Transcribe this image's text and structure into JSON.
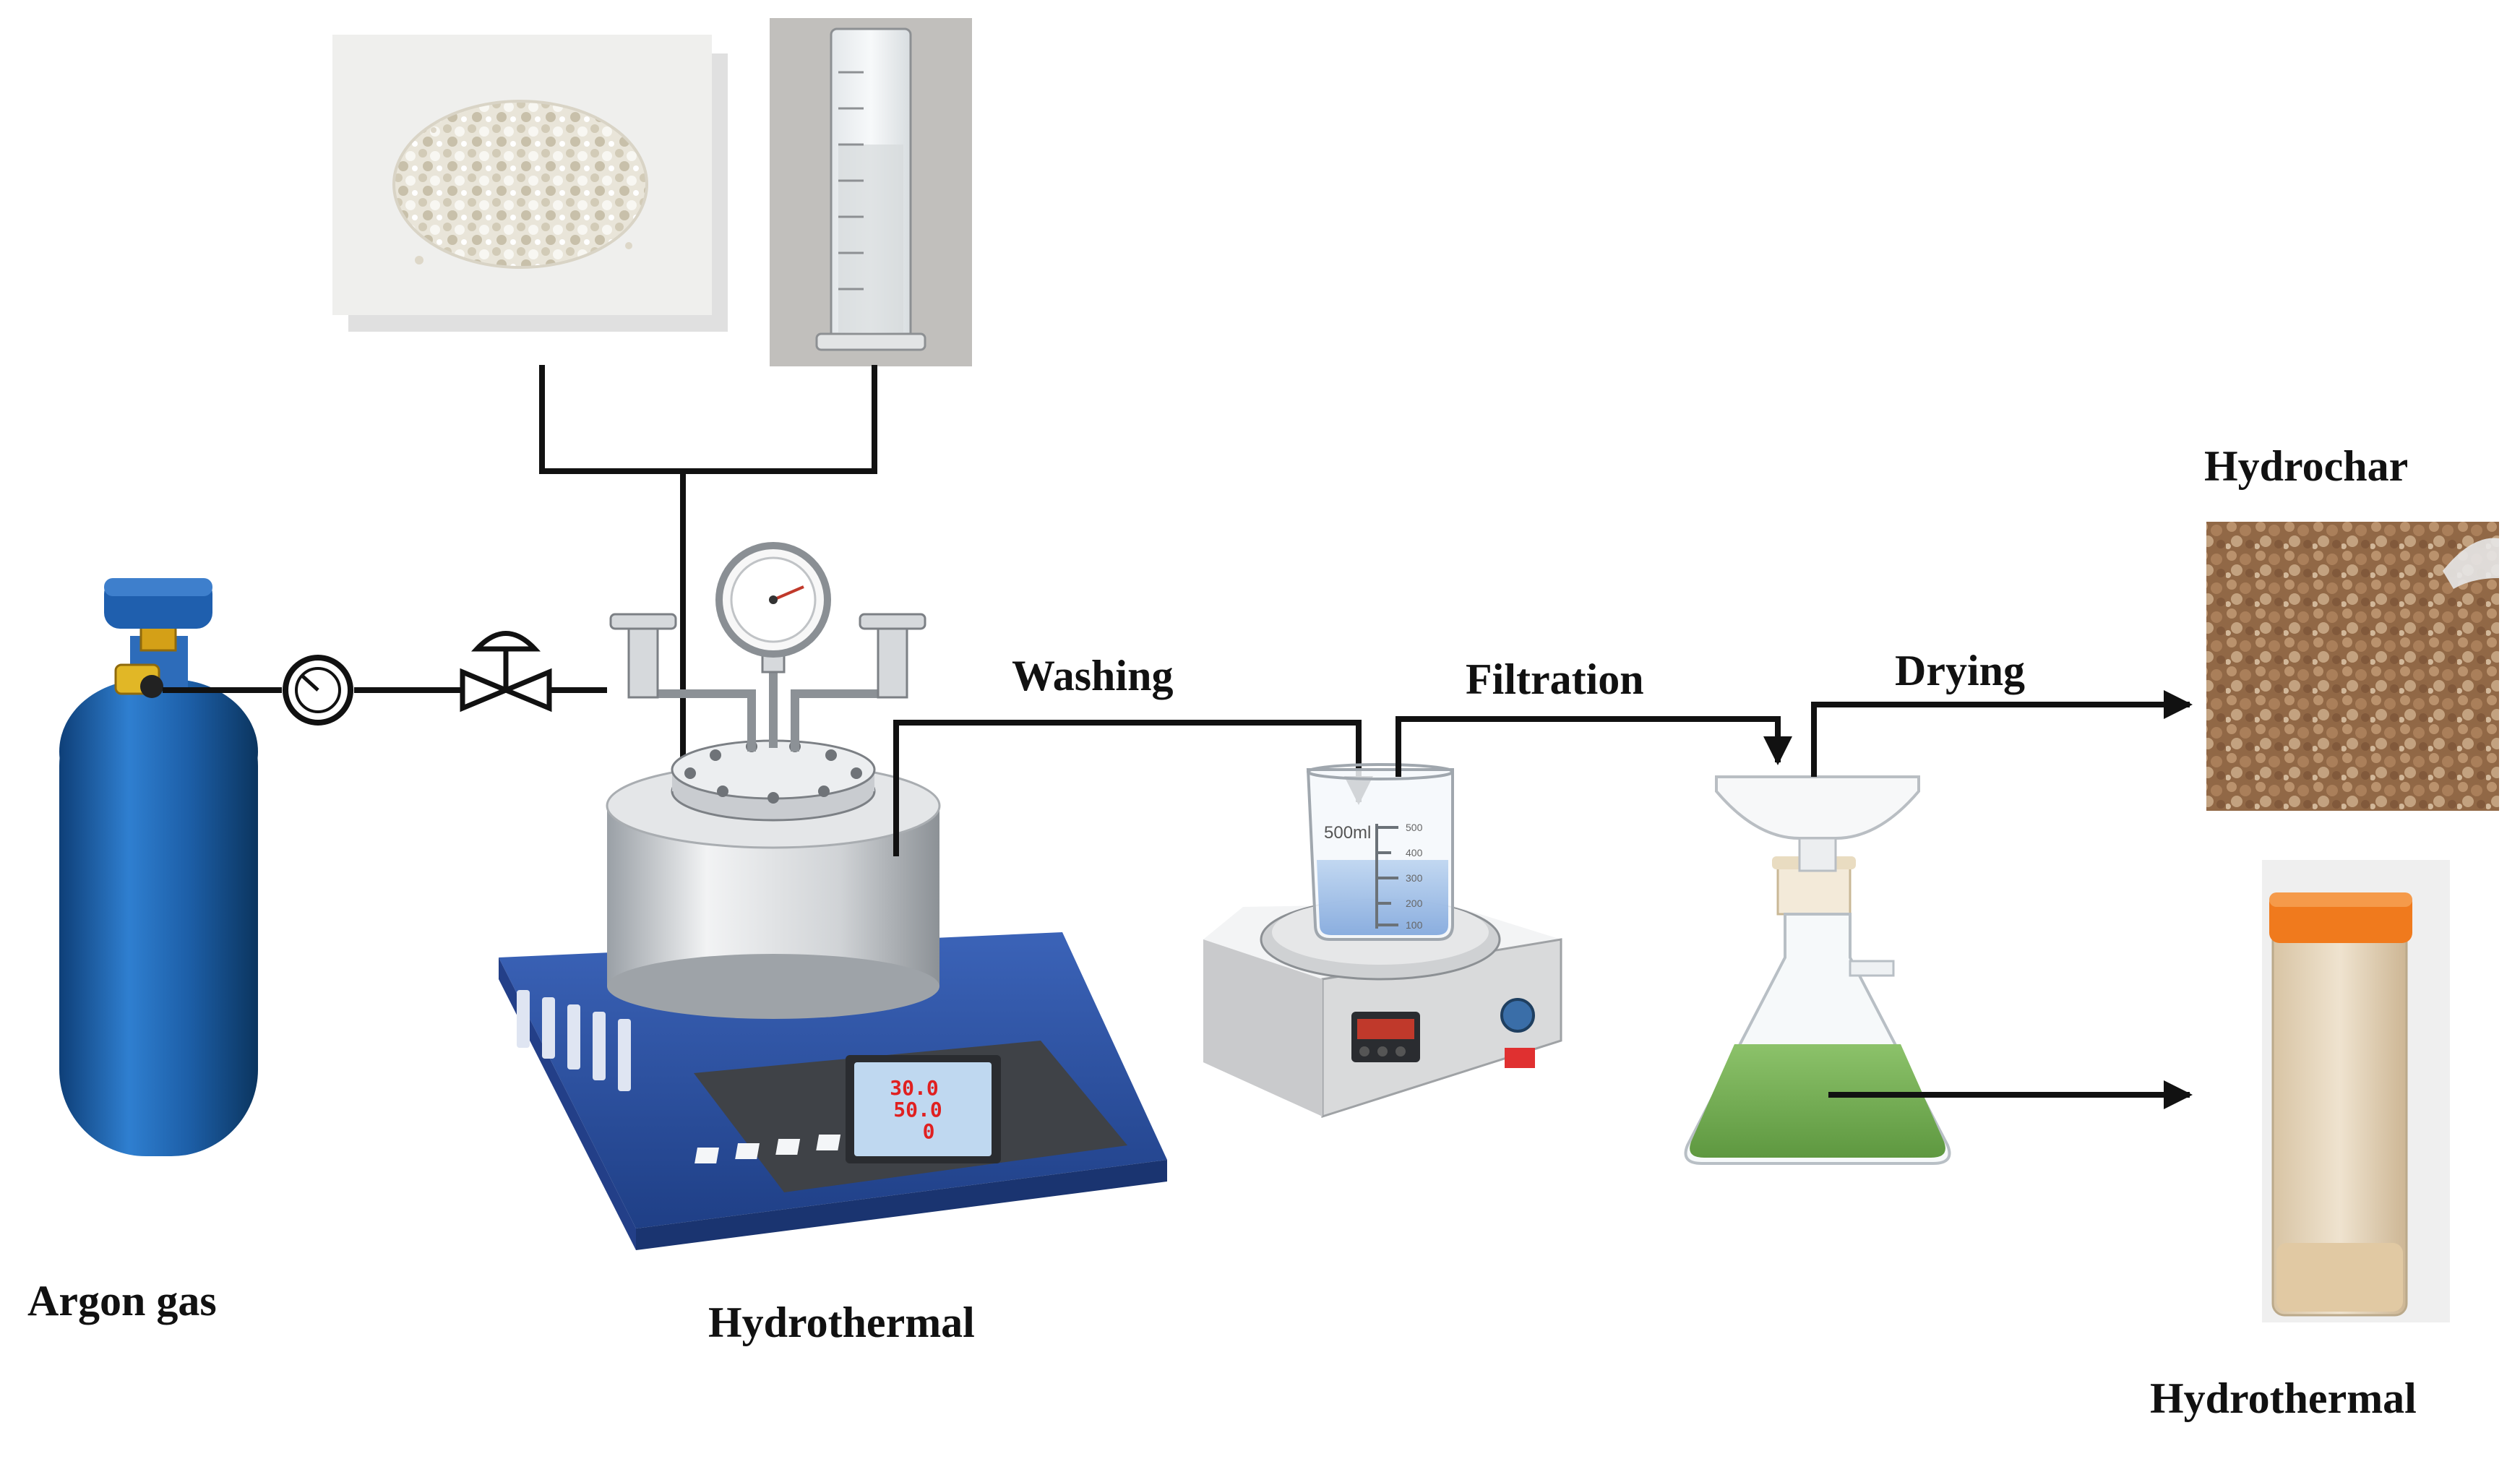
{
  "labels": {
    "argon": "Argon gas",
    "reactor": "Hydrothermal",
    "washing": "Washing",
    "filtration": "Filtration",
    "drying": "Drying",
    "hydrochar": "Hydrochar",
    "liquid": "Hydrothermal"
  },
  "beaker": {
    "volume": "500ml",
    "ticks": [
      "500",
      "400",
      "300",
      "200",
      "100"
    ]
  },
  "reactor_display": {
    "line1": "30.0",
    "line2": "50.0",
    "line3": "0"
  },
  "colors": {
    "cylinder": "#1d5fa8",
    "valve_cap": "#1f5fae",
    "brass": "#d4a017",
    "heater_base": "#2e4f9e",
    "filtrate": "#7db35a",
    "tube_cap": "#f07a1d",
    "hydrochar": "#a37a55",
    "line": "#111111"
  }
}
